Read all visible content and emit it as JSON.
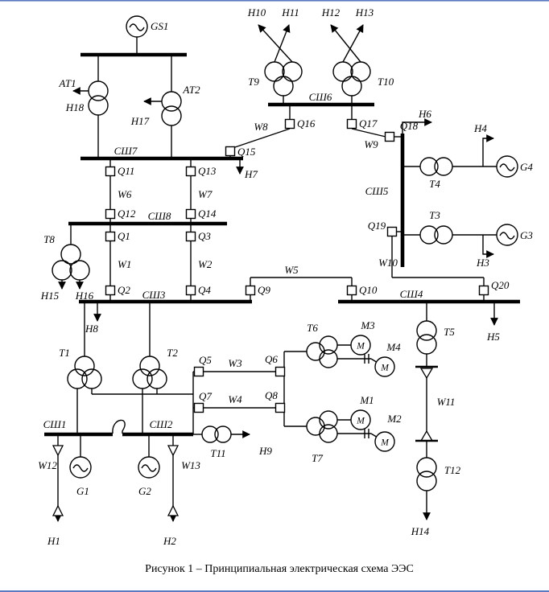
{
  "figure": {
    "caption": "Рисунок 1 – Принципиальная электрическая схема ЭЭС"
  },
  "colors": {
    "ink": "#000000",
    "background": "#ffffff",
    "page_edge": "#5b79c0"
  },
  "labels": {
    "gs1": "GS1",
    "at1": "АТ1",
    "at2": "АТ2",
    "g1": "G1",
    "g2": "G2",
    "g3": "G3",
    "g4": "G4",
    "t1": "Т1",
    "t2": "Т2",
    "t3": "Т3",
    "t4": "Т4",
    "t5": "Т5",
    "t6": "Т6",
    "t7": "Т7",
    "t8": "Т8",
    "t9": "Т9",
    "t10": "Т10",
    "t11": "Т11",
    "t12": "Т12",
    "m1": "М1",
    "m2": "М2",
    "m3": "М3",
    "m4": "М4",
    "motor_letter": "М",
    "h1": "Н1",
    "h2": "Н2",
    "h3": "Н3",
    "h4": "Н4",
    "h5": "Н5",
    "h6": "Н6",
    "h7": "Н7",
    "h8": "Н8",
    "h9": "Н9",
    "h10": "Н10",
    "h11": "Н11",
    "h12": "Н12",
    "h13": "Н13",
    "h14": "Н14",
    "h15": "Н15",
    "h16": "Н16",
    "h17": "Н17",
    "h18": "Н18",
    "sh1": "СШ1",
    "sh2": "СШ2",
    "sh3": "СШ3",
    "sh4": "СШ4",
    "sh5": "СШ5",
    "sh6": "СШ6",
    "sh7": "СШ7",
    "sh8": "СШ8",
    "q1": "Q1",
    "q2": "Q2",
    "q3": "Q3",
    "q4": "Q4",
    "q5": "Q5",
    "q6": "Q6",
    "q7": "Q7",
    "q8": "Q8",
    "q9": "Q9",
    "q10": "Q10",
    "q11": "Q11",
    "q12": "Q12",
    "q13": "Q13",
    "q14": "Q14",
    "q15": "Q15",
    "q16": "Q16",
    "q17": "Q17",
    "q18": "Q18",
    "q19": "Q19",
    "q20": "Q20",
    "w1": "W1",
    "w2": "W2",
    "w3": "W3",
    "w4": "W4",
    "w5": "W5",
    "w6": "W6",
    "w7": "W7",
    "w8": "W8",
    "w9": "W9",
    "w10": "W10",
    "w11": "W11",
    "w12": "W12",
    "w13": "W13"
  }
}
